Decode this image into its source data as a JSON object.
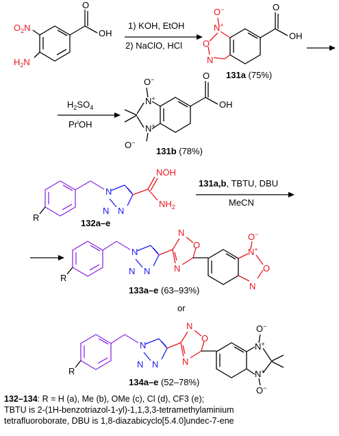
{
  "colors": {
    "red": "#e8141c",
    "blue": "#1a1aee",
    "purple": "#8a2be2",
    "black": "#000000"
  },
  "reaction1": {
    "reagent_line1": "1) KOH, EtOH",
    "reagent_line2": "2) NaClO, HCl"
  },
  "reaction2": {
    "reagent_line1": "H2SO4",
    "reagent_line2": "PriOH"
  },
  "reaction3": {
    "reagent_line1_bold": "131a,b",
    "reagent_line1_rest": ", TBTU, DBU",
    "reagent_line2": "MeCN"
  },
  "compounds": {
    "c131a": {
      "id": "131a",
      "yield": " (75%)"
    },
    "c131b": {
      "id": "131b",
      "yield": " (78%)"
    },
    "c132": {
      "id": "132a–e"
    },
    "c133": {
      "id": "133a–e",
      "yield": " (63–93%)"
    },
    "c134": {
      "id": "134a–e",
      "yield": " (52–78%)"
    }
  },
  "or_text": "or",
  "footnote": {
    "line1_bold": "132–134",
    "line1_rest": ": R = H (a), Me (b), OMe (c), Cl (d), CF3 (e);",
    "line2": "TBTU is 2-(1H-benzotriazol-1-yl)-1,1,3,3-tetramethylaminium",
    "line3": "tetrafluoroborate, DBU is 1,8-diazabicyclo[5.4.0]undec-7-ene"
  },
  "atoms": {
    "O2N": "O2N",
    "H2N": "H2N",
    "OH": "OH",
    "O": "O",
    "N": "N",
    "R": "R",
    "NOH": "NOH",
    "NH2": "NH2",
    "O_minus": "O",
    "N_plus": "N"
  }
}
